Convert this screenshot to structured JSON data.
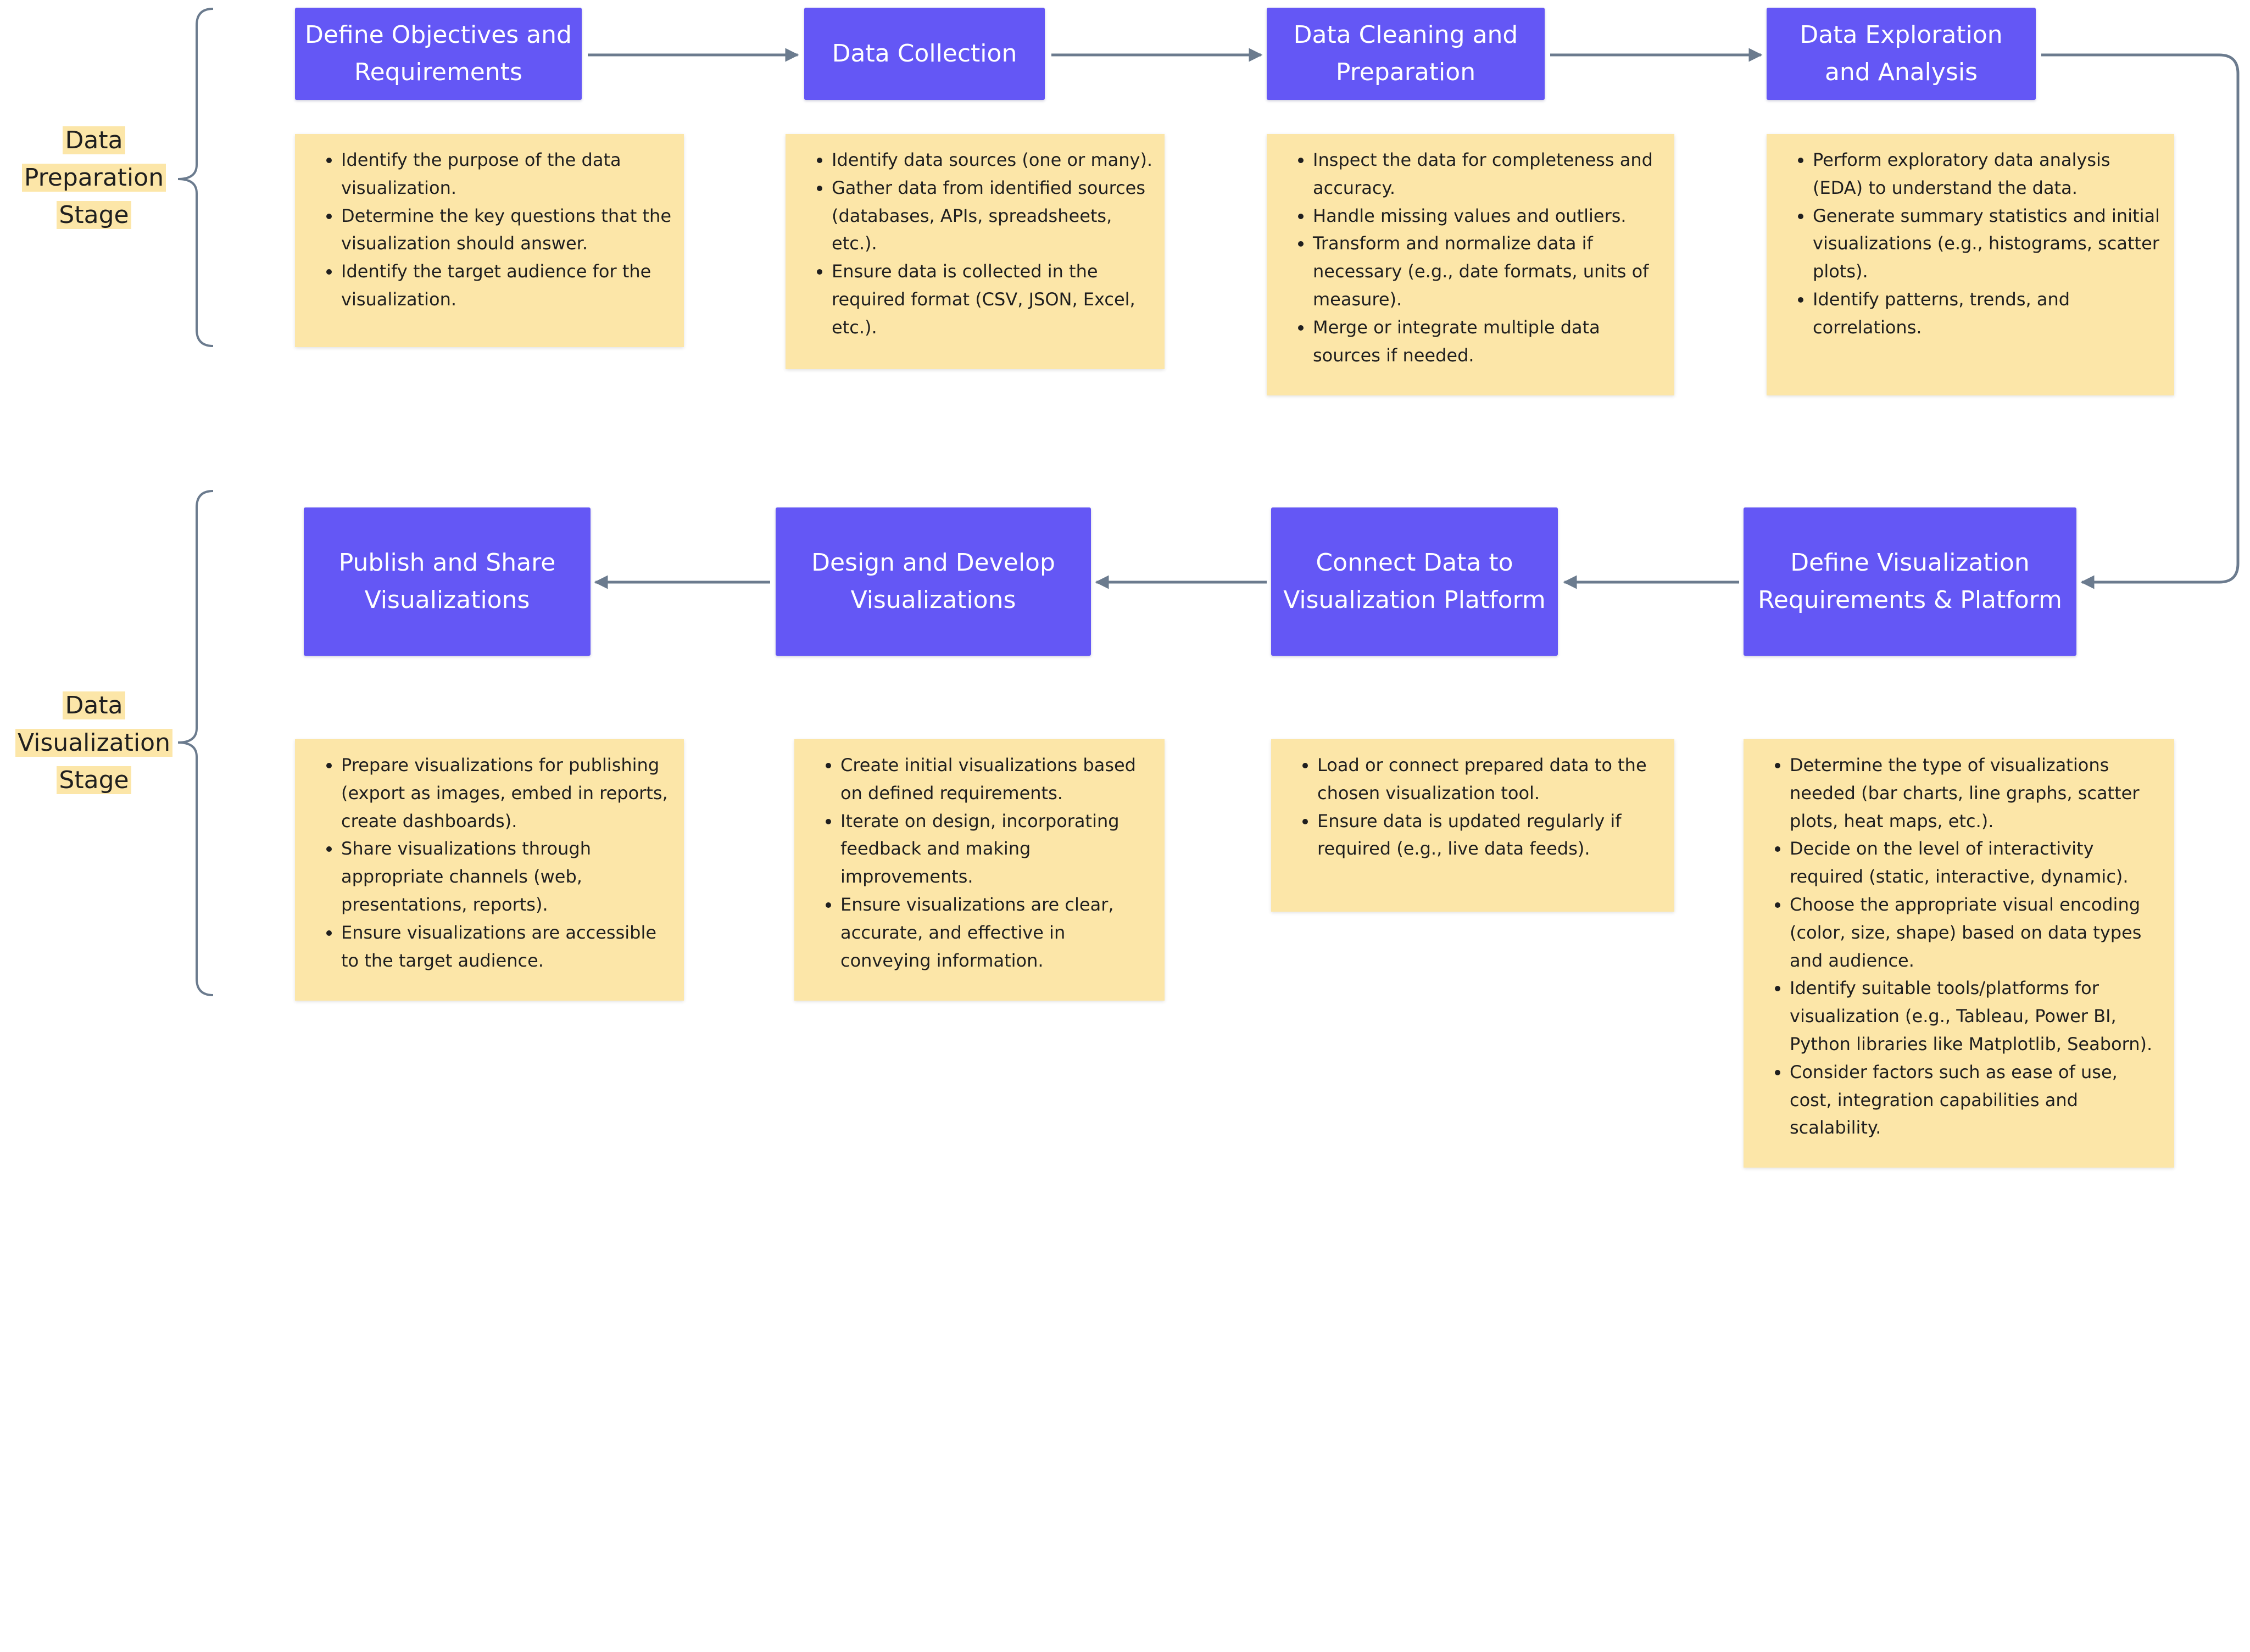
{
  "stages": [
    {
      "label": "Data Preparation Stage",
      "lines": [
        "Data",
        "Preparation",
        "Stage"
      ]
    },
    {
      "label": "Data Visualization Stage",
      "lines": [
        "Data",
        "Visualization",
        "Stage"
      ]
    }
  ],
  "steps": [
    {
      "title": "Define Objectives and Requirements",
      "bullets": [
        "Identify the purpose of the data visualization.",
        "Determine the key questions that the visualization should answer.",
        "Identify the target audience for the visualization."
      ]
    },
    {
      "title": "Data Collection",
      "bullets": [
        "Identify data sources (one or many).",
        "Gather data from identified sources (databases, APIs, spreadsheets, etc.).",
        "Ensure data is collected in the required format (CSV, JSON, Excel, etc.)."
      ]
    },
    {
      "title": "Data Cleaning and Preparation",
      "bullets": [
        "Inspect the data for completeness and accuracy.",
        "Handle missing values and outliers.",
        "Transform and normalize data if necessary (e.g., date formats, units of measure).",
        "Merge or integrate multiple data sources if needed."
      ]
    },
    {
      "title": "Data Exploration and Analysis",
      "bullets": [
        "Perform exploratory data analysis (EDA) to understand the data.",
        "Generate summary statistics and initial visualizations (e.g., histograms, scatter plots).",
        "Identify patterns, trends, and correlations."
      ]
    },
    {
      "title": "Define Visualization Requirements & Platform",
      "bullets": [
        "Determine the type of visualizations needed (bar charts, line graphs, scatter plots, heat maps, etc.).",
        "Decide on the level of interactivity required (static, interactive, dynamic).",
        "Choose the appropriate visual encoding (color, size, shape) based on data types and audience.",
        "Identify suitable tools/platforms for visualization (e.g., Tableau, Power BI, Python libraries like Matplotlib, Seaborn).",
        "Consider factors such as ease of use, cost, integration capabilities and scalability."
      ]
    },
    {
      "title": "Connect Data to Visualization Platform",
      "bullets": [
        "Load or connect prepared data to the chosen visualization tool.",
        "Ensure data is updated regularly if required (e.g., live data feeds)."
      ]
    },
    {
      "title": "Design and Develop Visualizations",
      "bullets": [
        "Create initial visualizations based on defined requirements.",
        "Iterate on design, incorporating feedback and making improvements.",
        "Ensure visualizations are clear, accurate, and effective in conveying information."
      ]
    },
    {
      "title": "Publish and Share Visualizations",
      "bullets": [
        "Prepare visualizations for publishing (export as images, embed in reports, create dashboards).",
        "Share visualizations through appropriate channels (web, presentations, reports).",
        "Ensure visualizations are accessible to the target audience."
      ]
    }
  ]
}
